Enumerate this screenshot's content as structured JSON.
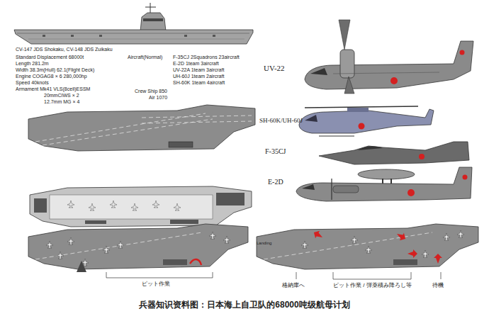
{
  "diagram": {
    "caption": "兵器知识资料图：日本海上自卫队的68000吨级航母计划",
    "labels": [
      "CV-147 JDS Shokaku, CV-148 JDS Zuikaku",
      "Standard Displacement 68000t",
      "Length 281.2m",
      "Width 38.3m(Hull) 62.1(Flight Deck)",
      "Engine COGAG8 × 6 280,000hp",
      "Speed 40knots",
      "Armament Mk41 VLS(8cell)ESSM",
      "20mmCIWS × 2",
      "12.7mm MG × 4",
      "Aircraft(Normal)",
      "F-35CJ 2Squadrons 23aircraft",
      "E-2D 1team 3aircraft",
      "UV-22A 1team 3aircraft",
      "UH-60J 1team 2aircraft",
      "SH-60K 1team 4aircraft",
      "Crew Ship 850",
      "Air 1070",
      "UV-22",
      "SH-60K/UH-60J",
      "F-35CJ",
      "E-2D",
      "ピット作業",
      "Landing",
      "格納庫へ",
      "ピット作業 / 弾薬積み降ろし等",
      "待機"
    ]
  }
}
